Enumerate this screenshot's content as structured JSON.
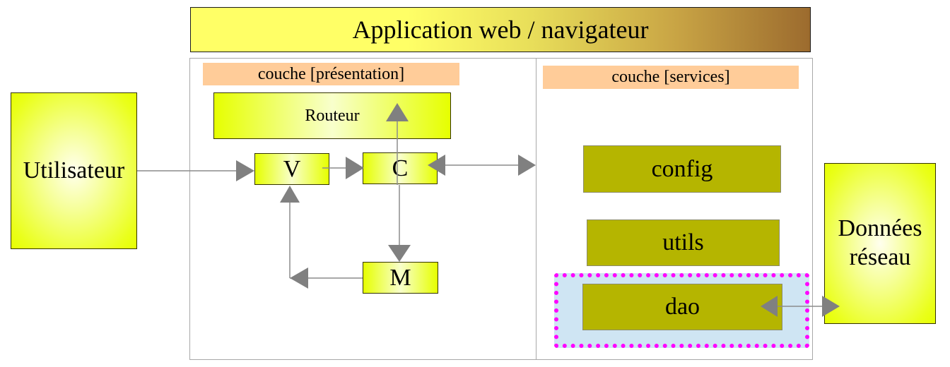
{
  "diagram": {
    "title": "Application web / navigateur",
    "layers": {
      "presentation": {
        "label": "couche [présentation]"
      },
      "services": {
        "label": "couche [services]"
      }
    },
    "external": {
      "user": "Utilisateur",
      "data_line1": "Données",
      "data_line2": "réseau"
    },
    "presentation_components": {
      "router": "Routeur",
      "view": "V",
      "controller": "C",
      "model": "M"
    },
    "services_components": {
      "config": "config",
      "utils": "utils",
      "dao": "dao"
    },
    "highlighted_component": "dao",
    "connections": [
      {
        "from": "Utilisateur",
        "to": "V",
        "direction": "forward"
      },
      {
        "from": "V",
        "to": "C",
        "direction": "forward"
      },
      {
        "from": "C",
        "to": "Routeur",
        "direction": "forward"
      },
      {
        "from": "C",
        "to": "couche [services]",
        "direction": "both"
      },
      {
        "from": "C",
        "to": "M",
        "direction": "forward"
      },
      {
        "from": "M",
        "to": "V",
        "direction": "forward"
      },
      {
        "from": "dao",
        "to": "Données réseau",
        "direction": "both"
      }
    ],
    "colors": {
      "title_gradient_start": "#ffff66",
      "title_gradient_end": "#9c6b2e",
      "layer_label": "#ffcc99",
      "component_yellow": "#e6ff00",
      "service_box": "#b5b500",
      "highlight_fill": "#cfe5f3",
      "highlight_border": "#ff00ff",
      "arrow": "#808080"
    }
  }
}
